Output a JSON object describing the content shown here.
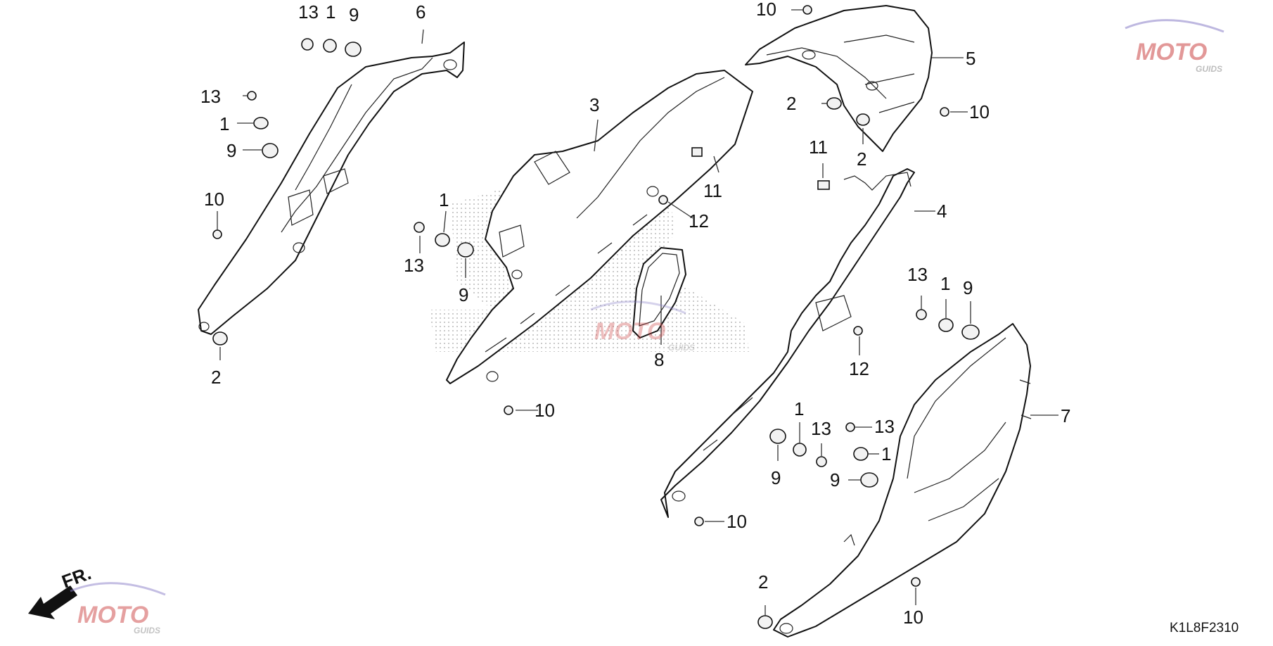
{
  "diagram": {
    "code": "K1L8F2310",
    "direction_label": "FR.",
    "watermark": {
      "brand": "MOTO",
      "sub": "GUIDS"
    }
  },
  "callouts": [
    {
      "id": "c13a",
      "text": "13"
    },
    {
      "id": "c1a",
      "text": "1"
    },
    {
      "id": "c9a",
      "text": "9"
    },
    {
      "id": "c6",
      "text": "6"
    },
    {
      "id": "c13b",
      "text": "13"
    },
    {
      "id": "c1b",
      "text": "1"
    },
    {
      "id": "c9b",
      "text": "9"
    },
    {
      "id": "c10a",
      "text": "10"
    },
    {
      "id": "c2a",
      "text": "2"
    },
    {
      "id": "c3",
      "text": "3"
    },
    {
      "id": "c1c",
      "text": "1"
    },
    {
      "id": "c13c",
      "text": "13"
    },
    {
      "id": "c9c",
      "text": "9"
    },
    {
      "id": "c12a",
      "text": "12"
    },
    {
      "id": "c11a",
      "text": "11"
    },
    {
      "id": "c8",
      "text": "8"
    },
    {
      "id": "c10b",
      "text": "10"
    },
    {
      "id": "c10c",
      "text": "10"
    },
    {
      "id": "c5",
      "text": "5"
    },
    {
      "id": "c2b",
      "text": "2"
    },
    {
      "id": "c2c",
      "text": "2"
    },
    {
      "id": "c10d",
      "text": "10"
    },
    {
      "id": "c11b",
      "text": "11"
    },
    {
      "id": "c4",
      "text": "4"
    },
    {
      "id": "c12b",
      "text": "12"
    },
    {
      "id": "c13d",
      "text": "13"
    },
    {
      "id": "c1d",
      "text": "1"
    },
    {
      "id": "c9d",
      "text": "9"
    },
    {
      "id": "c7",
      "text": "7"
    },
    {
      "id": "c1e",
      "text": "1"
    },
    {
      "id": "c13e",
      "text": "13"
    },
    {
      "id": "c13f",
      "text": "13"
    },
    {
      "id": "c1f",
      "text": "1"
    },
    {
      "id": "c9e",
      "text": "9"
    },
    {
      "id": "c9f",
      "text": "9"
    },
    {
      "id": "c10e",
      "text": "10"
    },
    {
      "id": "c2d",
      "text": "2"
    },
    {
      "id": "c10f",
      "text": "10"
    }
  ]
}
